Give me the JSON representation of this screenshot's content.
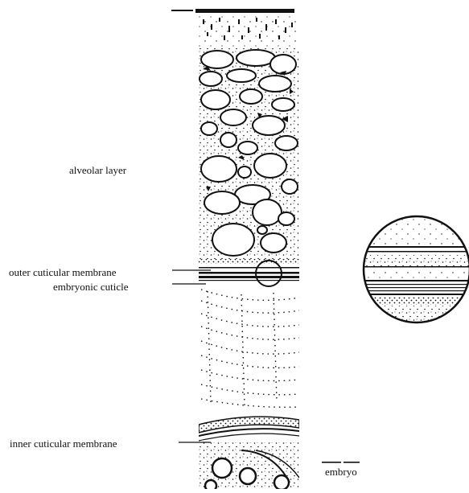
{
  "labels": {
    "alveolar_layer": "alveolar layer",
    "outer_cuticular_membrane": "outer cuticular membrane",
    "embryonic_cuticle": "embryonic cuticle",
    "inner_cuticular_membrane": "inner cuticular membrane",
    "embryo": "embryo"
  },
  "colors": {
    "ink": "#111111",
    "paper": "#ffffff"
  }
}
